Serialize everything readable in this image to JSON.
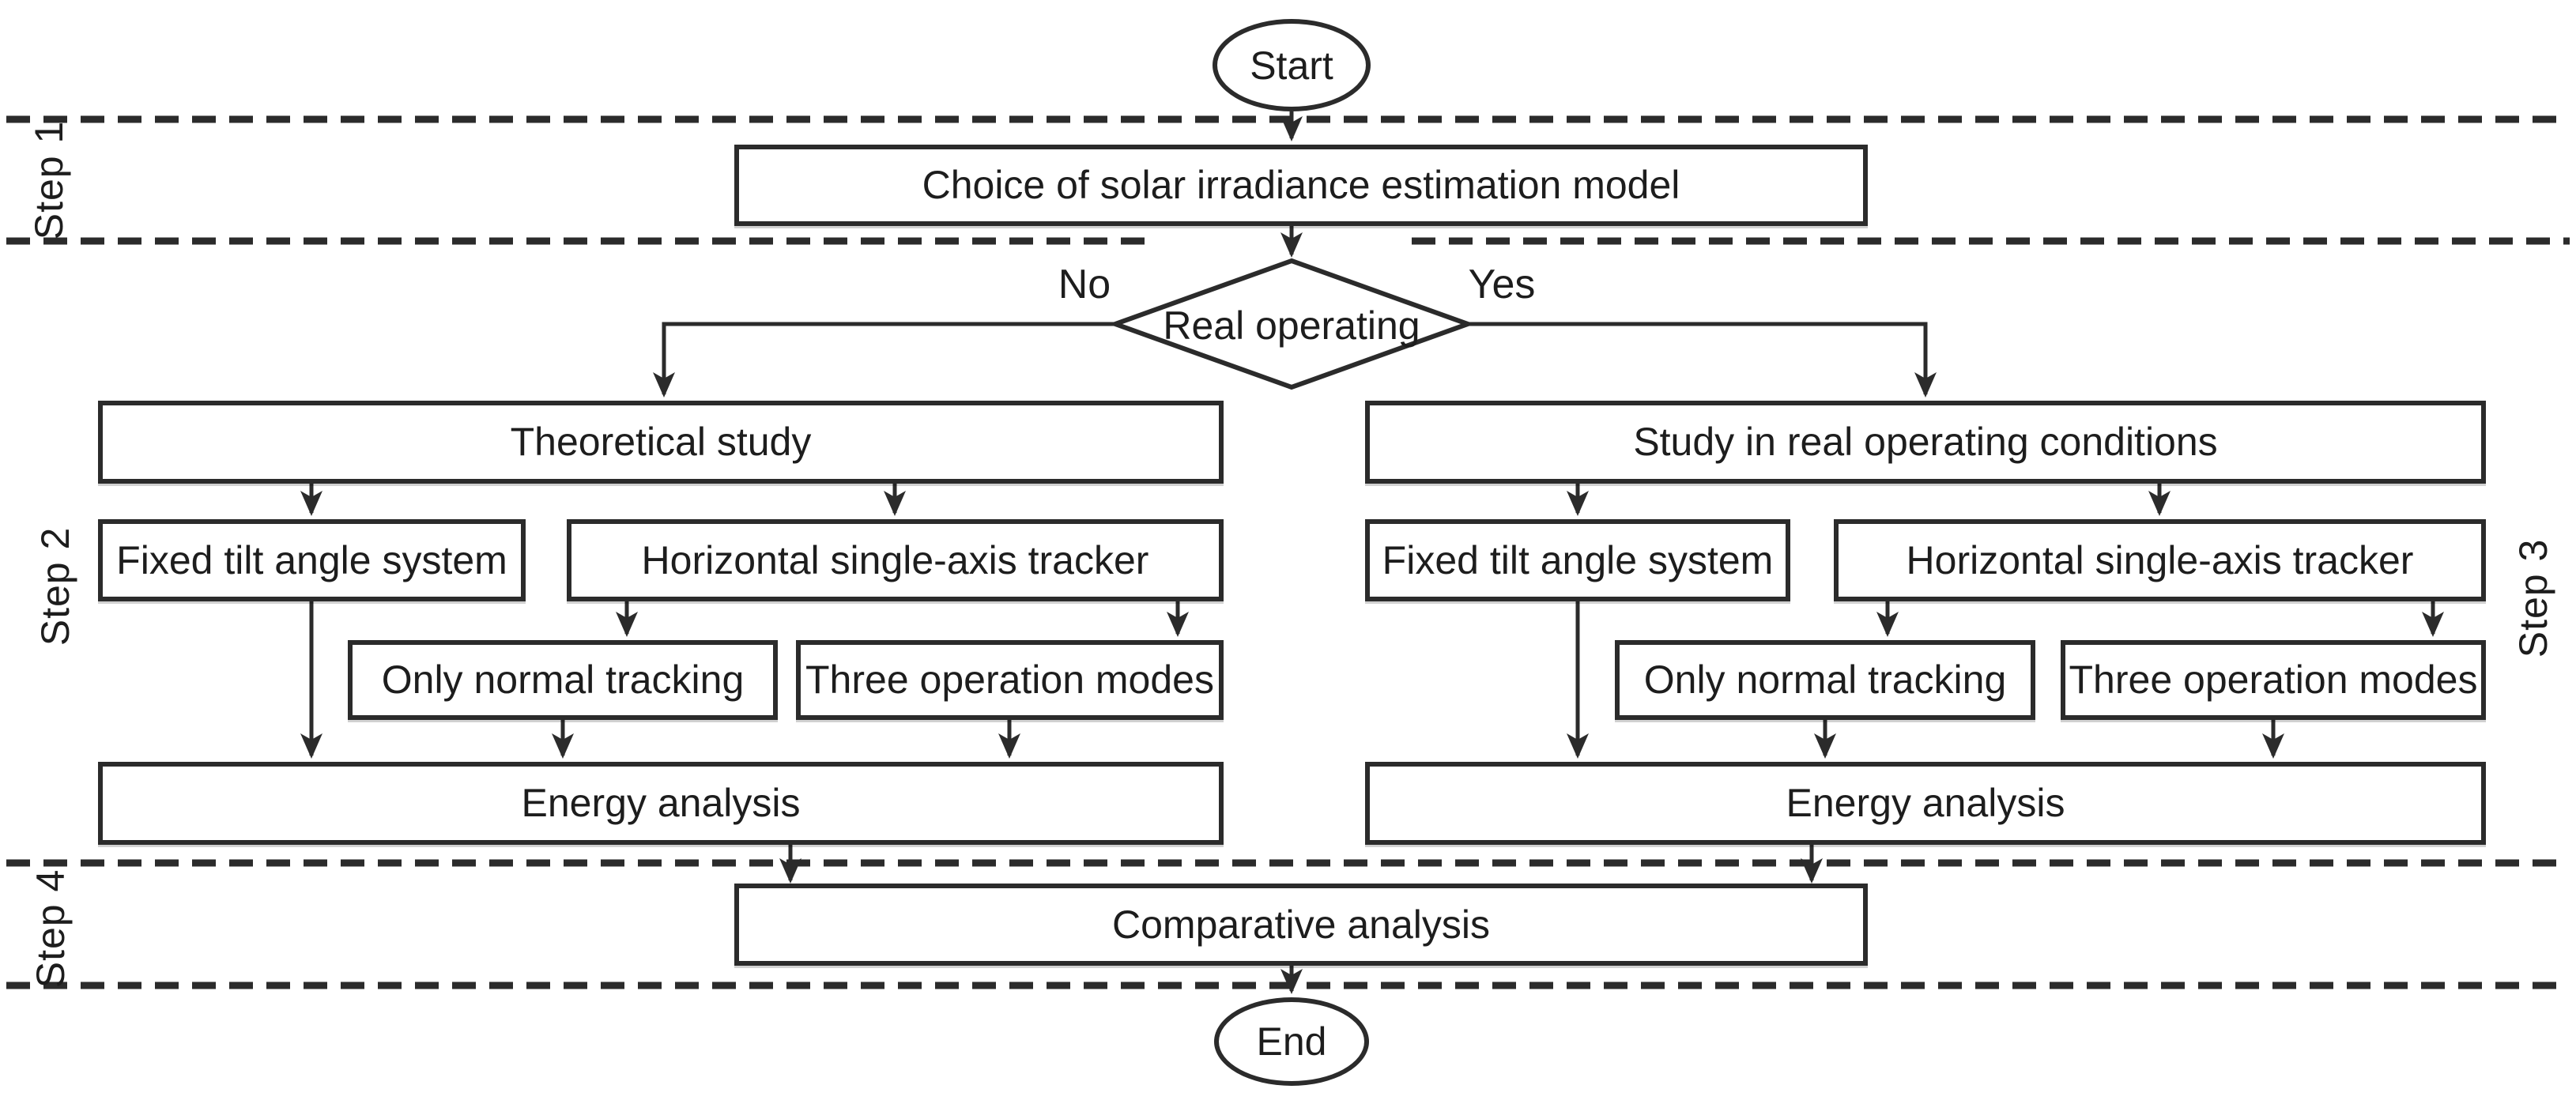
{
  "figure": {
    "title": "Flowchart of solar study methodology",
    "colors": {
      "ink": "#2b2b2b",
      "text": "#1d1d1d",
      "bg": "#ffffff"
    }
  },
  "terminals": {
    "start": "Start",
    "end": "End"
  },
  "steps": [
    {
      "label": "Step 1"
    },
    {
      "label": "Step 2"
    },
    {
      "label": "Step 3"
    },
    {
      "label": "Step 4"
    }
  ],
  "nodes": {
    "choice": "Choice of solar irradiance estimation model",
    "decision": "Real operating",
    "decision_no": "No",
    "decision_yes": "Yes",
    "theoretical": "Theoretical study",
    "study_real": "Study in real operating conditions",
    "fixed_left": "Fixed tilt angle system",
    "tracker_left": "Horizontal single-axis tracker",
    "only_left": "Only normal tracking",
    "three_left": "Three operation modes",
    "energy_left": "Energy analysis",
    "fixed_right": "Fixed tilt angle system",
    "tracker_right": "Horizontal single-axis tracker",
    "only_right": "Only normal tracking",
    "three_right": "Three operation modes",
    "energy_right": "Energy analysis",
    "comparative": "Comparative analysis"
  }
}
